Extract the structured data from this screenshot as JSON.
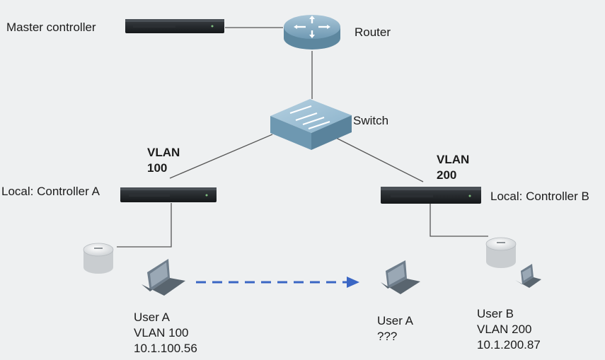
{
  "labels": {
    "master_controller": "Master controller",
    "router": "Router",
    "switch": "Switch",
    "local_a": "Local: Controller A",
    "local_b": "Local: Controller B"
  },
  "vlan_a": {
    "line1": "VLAN",
    "line2": "100"
  },
  "vlan_b": {
    "line1": "VLAN",
    "line2": "200"
  },
  "user_a_before": {
    "name": "User A",
    "vlan": "VLAN 100",
    "ip": "10.1.100.56"
  },
  "user_a_after": {
    "name": "User A",
    "vlan": "???"
  },
  "user_b": {
    "name": "User B",
    "vlan": "VLAN 200",
    "ip": "10.1.200.87"
  },
  "colors": {
    "background": "#eef0f1",
    "device_dark": "#1f2326",
    "router_blue": "#7aa3bd",
    "switch_blue": "#8fb6cf",
    "link_line": "#555555",
    "dashed_arrow": "#3a66c4",
    "laptop": "#6f7e8c"
  },
  "icons": [
    "router-icon",
    "switch-icon",
    "controller-icon",
    "access-point-icon",
    "laptop-icon",
    "roaming-arrow-icon"
  ]
}
